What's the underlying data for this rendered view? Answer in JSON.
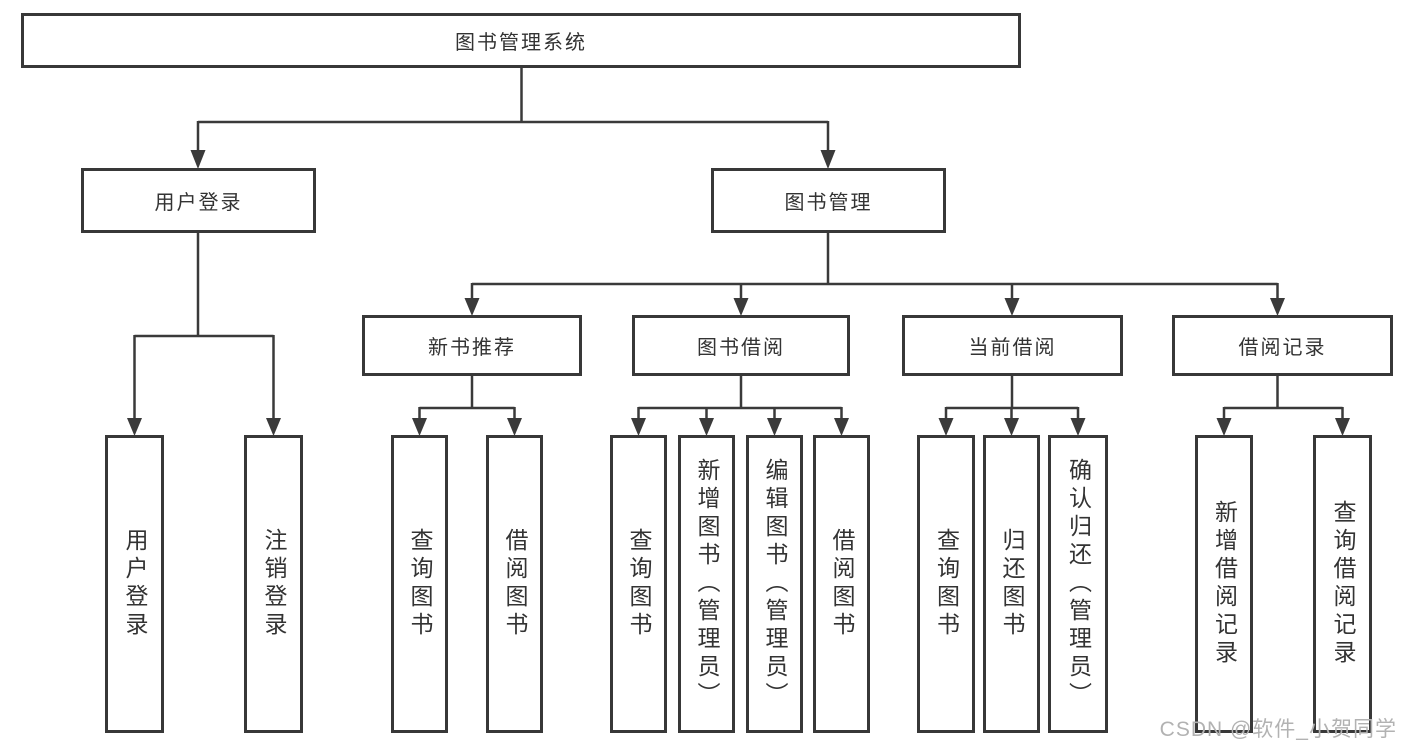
{
  "diagram": {
    "root": {
      "label": "图书管理系统"
    },
    "level2": [
      {
        "label": "用户登录"
      },
      {
        "label": "图书管理"
      }
    ],
    "level3": [
      {
        "label": "新书推荐"
      },
      {
        "label": "图书借阅"
      },
      {
        "label": "当前借阅"
      },
      {
        "label": "借阅记录"
      }
    ],
    "leaves": {
      "user_login": [
        "用户登录",
        "注销登录"
      ],
      "new_book": [
        "查询图书",
        "借阅图书"
      ],
      "book_borrow": [
        "查询图书",
        "新增图书（管理员）",
        "编辑图书（管理员）",
        "借阅图书"
      ],
      "current_borrow": [
        "查询图书",
        "归还图书",
        "确认归还（管理员）"
      ],
      "borrow_records": [
        "新增借阅记录",
        "查询借阅记录"
      ]
    }
  },
  "watermark": {
    "text": "CSDN @软件_小贺同学"
  },
  "colors": {
    "line": "#3a3a3a",
    "border": "#383838",
    "text": "#333333",
    "background": "#ffffff",
    "watermark": "#b2b2b2"
  }
}
